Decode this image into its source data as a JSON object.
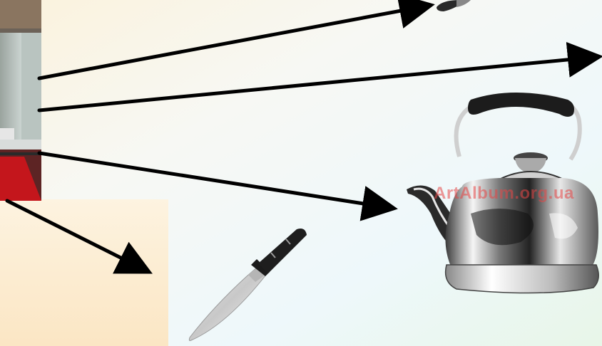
{
  "watermark": {
    "text": "ArtAlbum.org.ua",
    "color": "#e64646"
  },
  "colors": {
    "background_top": "#f4f9fb",
    "background_warm": "#fbf0d8",
    "arrow": "#000000"
  },
  "objects": [
    {
      "name": "photo-fragment",
      "kind": "photo"
    },
    {
      "name": "partial-object",
      "kind": "cut-off item"
    },
    {
      "name": "kettle",
      "kind": "illustration"
    },
    {
      "name": "knife",
      "kind": "illustration"
    }
  ]
}
